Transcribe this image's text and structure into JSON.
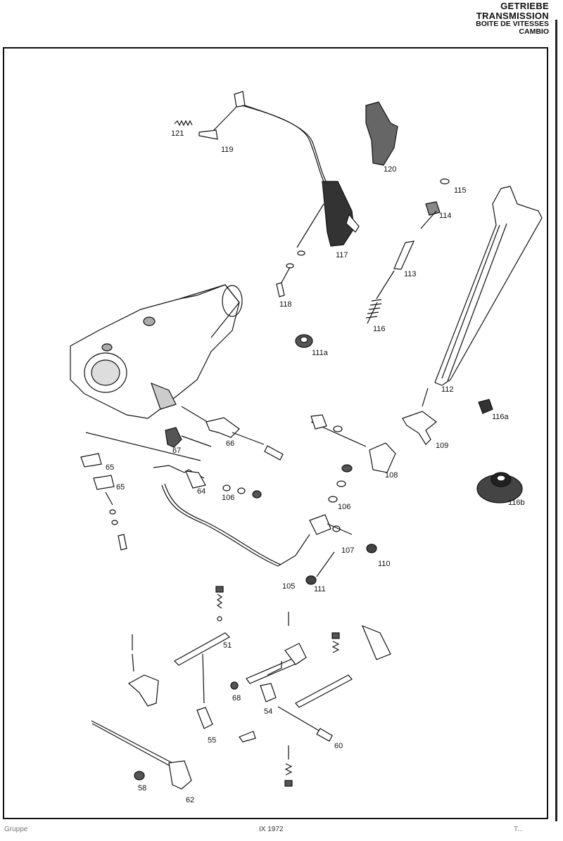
{
  "header": {
    "line1": "GETRIEBE",
    "line2": "TRANSMISSION",
    "line3": "BOITE DE VITESSES",
    "line4": "CAMBIO"
  },
  "parts": {
    "p121": "121",
    "p119": "119",
    "p120": "120",
    "p115": "115",
    "p114": "114",
    "p117": "117",
    "p113": "113",
    "p118": "118",
    "p116": "116",
    "p111a": "111a",
    "p112": "112",
    "p116a": "116a",
    "p109": "109",
    "p66": "66",
    "p67": "67",
    "p65a": "65",
    "p65b": "65",
    "p108": "108",
    "p64": "64",
    "p106a": "106",
    "p106b": "106",
    "p116b": "116b",
    "p107": "107",
    "p110": "110",
    "p105": "105",
    "p111": "111",
    "p51": "51",
    "p68": "68",
    "p54": "54",
    "p55": "55",
    "p60": "60",
    "p58": "58",
    "p62": "62"
  },
  "footer": {
    "left": "Gruppe",
    "center": "IX   1972",
    "right": "T..."
  }
}
